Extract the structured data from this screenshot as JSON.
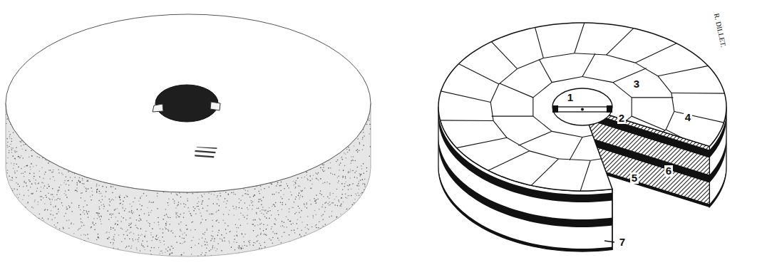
{
  "diagram": {
    "labels": [
      "1",
      "2",
      "3",
      "4",
      "5",
      "6",
      "7",
      "R. DILLET."
    ]
  }
}
